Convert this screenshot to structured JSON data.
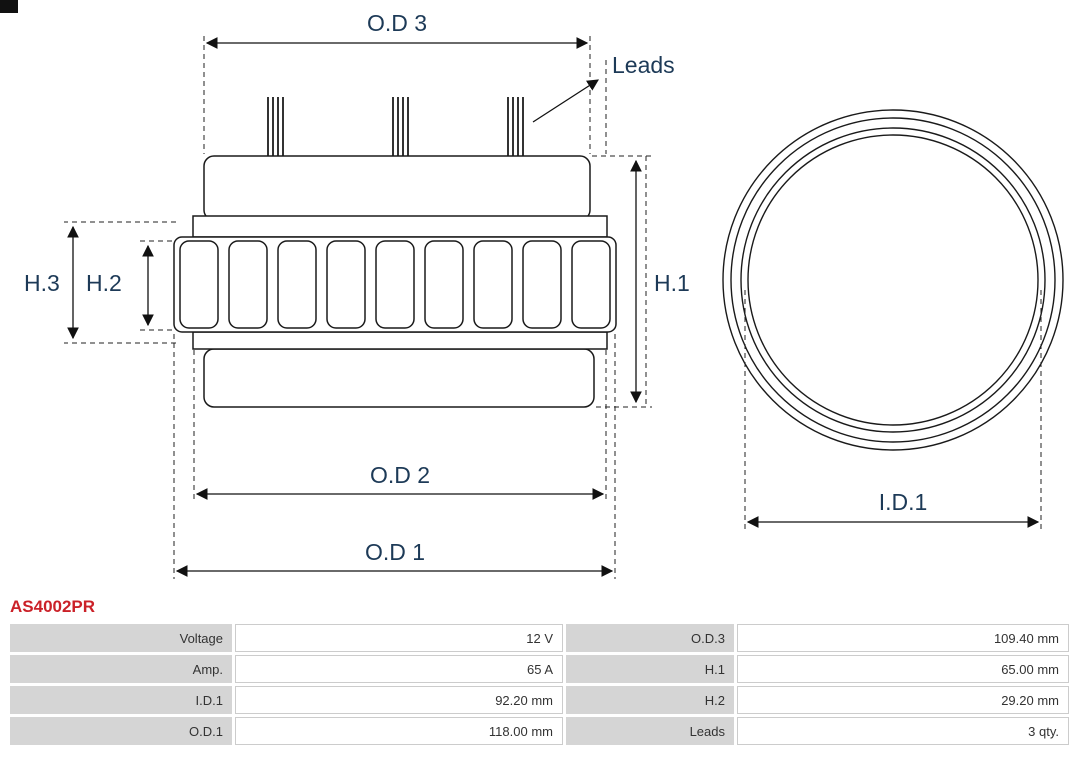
{
  "part_number": "AS4002PR",
  "colors": {
    "part_number_red": "#cb2128",
    "dimension_label": "#1d3a57",
    "table_label_bg": "#d5d5d5"
  },
  "diagram": {
    "labels": {
      "od3": "O.D 3",
      "leads": "Leads",
      "h1": "H.1",
      "h2": "H.2",
      "h3": "H.3",
      "od2": "O.D 2",
      "od1": "O.D 1",
      "id1": "I.D.1"
    }
  },
  "table": {
    "rows": [
      {
        "cells": [
          "Voltage",
          "12 V",
          "O.D.3",
          "109.40 mm"
        ]
      },
      {
        "cells": [
          "Amp.",
          "65 A",
          "H.1",
          "65.00 mm"
        ]
      },
      {
        "cells": [
          "I.D.1",
          "92.20 mm",
          "H.2",
          "29.20 mm"
        ]
      },
      {
        "cells": [
          "O.D.1",
          "118.00 mm",
          "Leads",
          "3 qty."
        ]
      }
    ]
  }
}
